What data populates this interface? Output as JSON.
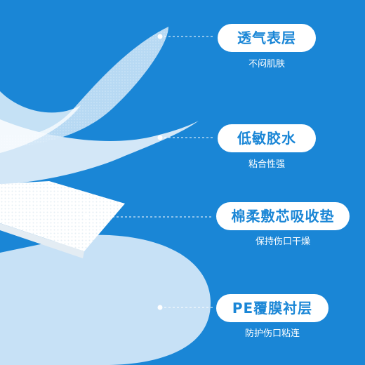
{
  "colors": {
    "background": "#1a86d6",
    "layer_fill": "#cfe5f7",
    "pad_fill": "#ffffff",
    "pill_bg": "#ffffff",
    "pill_text": "#1a86d6",
    "subtitle_text": "#ffffff"
  },
  "layers": [
    {
      "title": "透气表层",
      "subtitle": "不闷肌肤"
    },
    {
      "title": "低敏胶水",
      "subtitle": "粘合性强"
    },
    {
      "title": "棉柔敷芯吸收垫",
      "subtitle": "保持伤口干燥"
    },
    {
      "title": "PE覆膜衬层",
      "subtitle": "防护伤口粘连"
    }
  ]
}
